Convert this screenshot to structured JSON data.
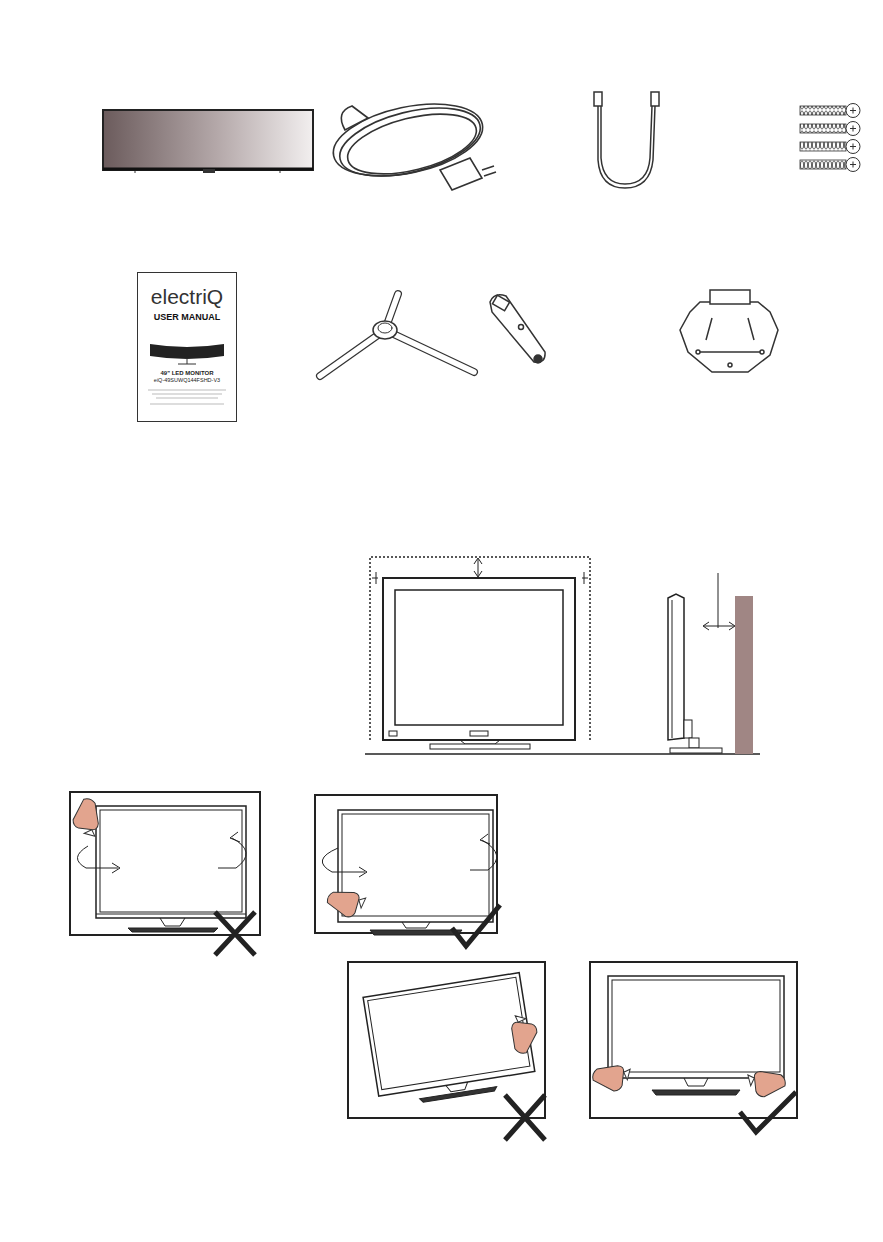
{
  "diagram": {
    "nodes": [
      {
        "text": [
          "electriQ",
          "USER MANUAL",
          "49\" LED MONITOR",
          "eiQ-49SUWQ144FSHD-V3"
        ]
      }
    ]
  }
}
